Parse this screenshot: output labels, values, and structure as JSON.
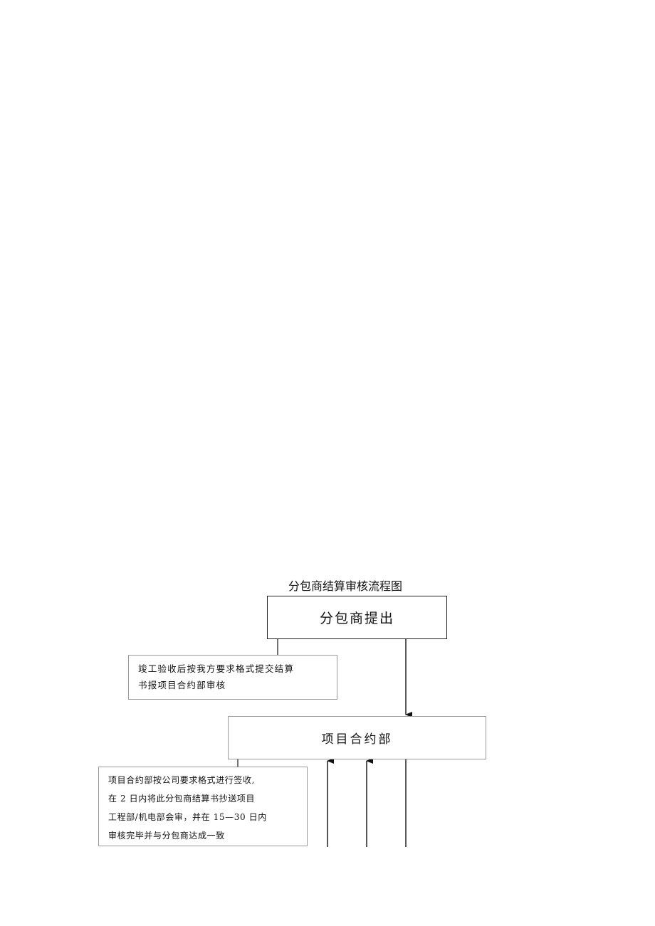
{
  "diagram": {
    "title": "分包商结算审核流程图",
    "nodes": {
      "submit": {
        "label": "分包商提出"
      },
      "dept": {
        "label": "项目合约部"
      }
    },
    "notes": {
      "submit": {
        "lines": [
          "竣工验收后按我方要求格式提交结算",
          "书报项目合约部审核"
        ]
      },
      "dept": {
        "lines": [
          "项目合约部按公司要求格式进行签收,",
          "在 2 日内将此分包商结算书抄送项目",
          "工程部/机电部会审，并在 15—30 日内",
          "审核完毕并与分包商达成一致"
        ]
      }
    },
    "edges": [
      {
        "from": "分包商提出",
        "to": "项目合约部",
        "style": "arrow"
      },
      {
        "from": "分包商提出",
        "to": "竣工验收后按我方要求格式提交结算",
        "style": "line"
      },
      {
        "from": "项目合约部",
        "to": "项目合约部按公司要求格式进行签收,",
        "style": "line"
      }
    ]
  }
}
